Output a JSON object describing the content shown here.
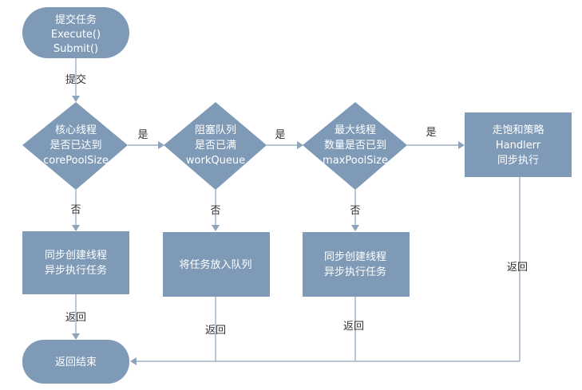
{
  "nodes": {
    "start": {
      "lines": [
        "提交任务",
        "Execute()",
        "Submit()"
      ]
    },
    "d1": {
      "lines": [
        "核心线程",
        "是否已达到",
        "corePoolSize"
      ]
    },
    "d2": {
      "lines": [
        "阻塞队列",
        "是否已满",
        "workQueue"
      ]
    },
    "d3": {
      "lines": [
        "最大线程",
        "数量是否已到",
        "maxPoolSize"
      ]
    },
    "reject": {
      "lines": [
        "走饱和策略",
        "Handlerr",
        "同步执行"
      ]
    },
    "p1": {
      "lines": [
        "同步创建线程",
        "异步执行任务"
      ]
    },
    "p2": {
      "lines": [
        "将任务放入队列"
      ]
    },
    "p3": {
      "lines": [
        "同步创建线程",
        "异步执行任务"
      ]
    },
    "end": {
      "lines": [
        "返回结束"
      ]
    }
  },
  "edges": {
    "submit": "提交",
    "yes1": "是",
    "yes2": "是",
    "yes3": "是",
    "no1": "否",
    "no2": "否",
    "no3": "否",
    "ret1": "返回",
    "ret2": "返回",
    "ret3": "返回",
    "ret4": "返回"
  },
  "colors": {
    "node_fill": "#7f9ab6",
    "edge_stroke": "#8ea4bb"
  }
}
